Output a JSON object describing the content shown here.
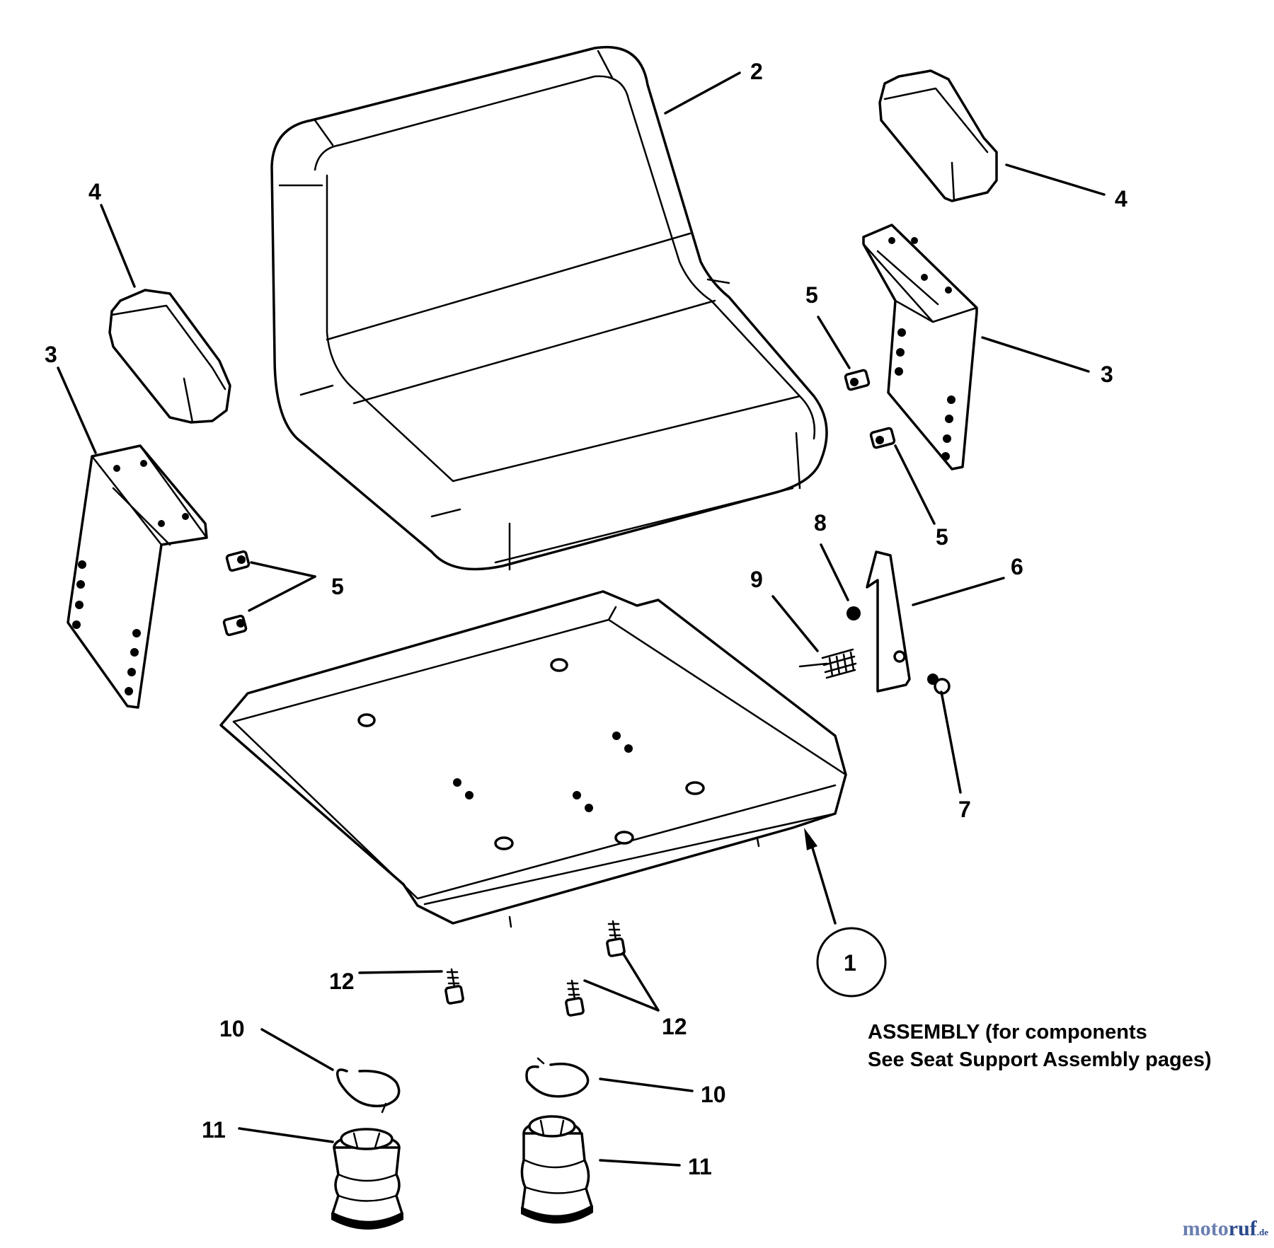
{
  "callouts": {
    "c1": "1",
    "c2": "2",
    "c3_left": "3",
    "c3_right": "3",
    "c4_left": "4",
    "c4_right": "4",
    "c5_left": "5",
    "c5_right_top": "5",
    "c5_right_bottom": "5",
    "c6": "6",
    "c7": "7",
    "c8": "8",
    "c9": "9",
    "c10_left": "10",
    "c10_right": "10",
    "c11_left": "11",
    "c11_right": "11",
    "c12_left": "12",
    "c12_right": "12"
  },
  "note": {
    "line1": "ASSEMBLY (for components",
    "line2": "See Seat Support Assembly pages)"
  },
  "watermark": {
    "part1": "moto",
    "part2": "ruf",
    "part3": ".de"
  },
  "colors": {
    "line": "#000000",
    "background": "#ffffff"
  }
}
